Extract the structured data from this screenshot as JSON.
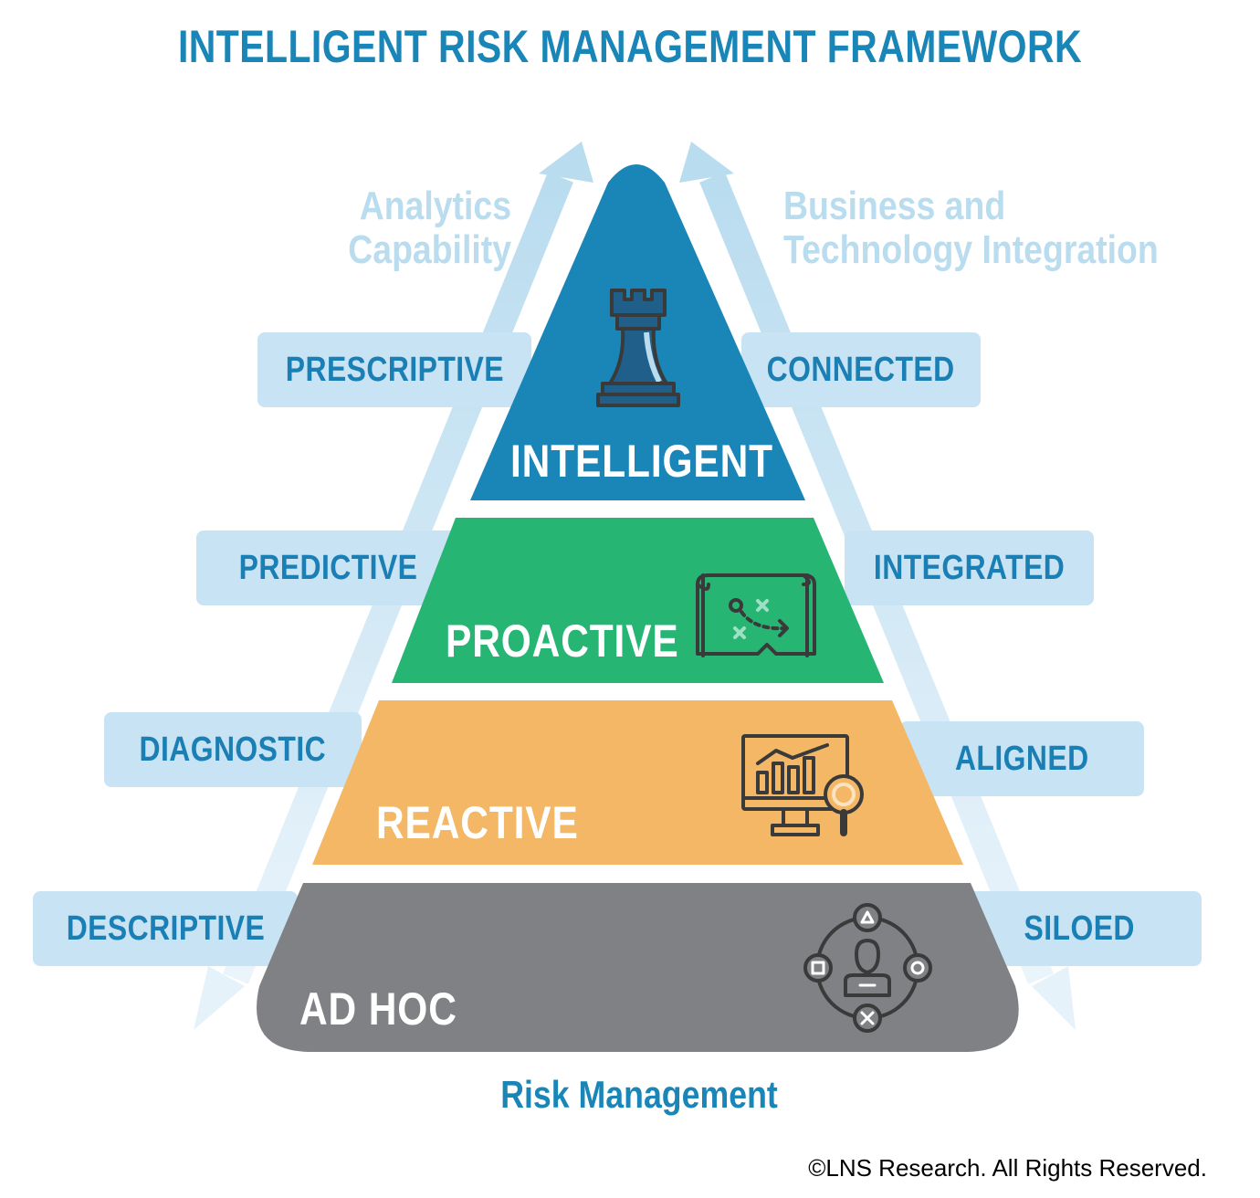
{
  "title": "INTELLIGENT RISK MANAGEMENT FRAMEWORK",
  "axis_left": {
    "line1": "Analytics",
    "line2": "Capability"
  },
  "axis_right": {
    "line1": "Business and",
    "line2": "Technology Integration"
  },
  "levels": [
    {
      "label": "INTELLIGENT",
      "color": "#1a86b8",
      "icon": "chess-rook-icon"
    },
    {
      "label": "PROACTIVE",
      "color": "#27b574",
      "icon": "treasure-map-icon"
    },
    {
      "label": "REACTIVE",
      "color": "#f3b766",
      "icon": "analytics-monitor-icon"
    },
    {
      "label": "AD HOC",
      "color": "#808184",
      "icon": "person-options-icon"
    }
  ],
  "analytics": [
    "PRESCRIPTIVE",
    "PREDICTIVE",
    "DIAGNOSTIC",
    "DESCRIPTIVE"
  ],
  "integration": [
    "CONNECTED",
    "INTEGRATED",
    "ALIGNED",
    "SILOED"
  ],
  "footer": "Risk Management",
  "copyright": "©LNS Research. All Rights Reserved.",
  "colors": {
    "title": "#1a86b8",
    "axis_text": "#b9dcef",
    "pill_bg": "#c8e3f3",
    "pill_text": "#1a7fb5",
    "arrow": "#c5e2f3",
    "level_text": "#ffffff",
    "icon_stroke": "#3a3a3a"
  }
}
